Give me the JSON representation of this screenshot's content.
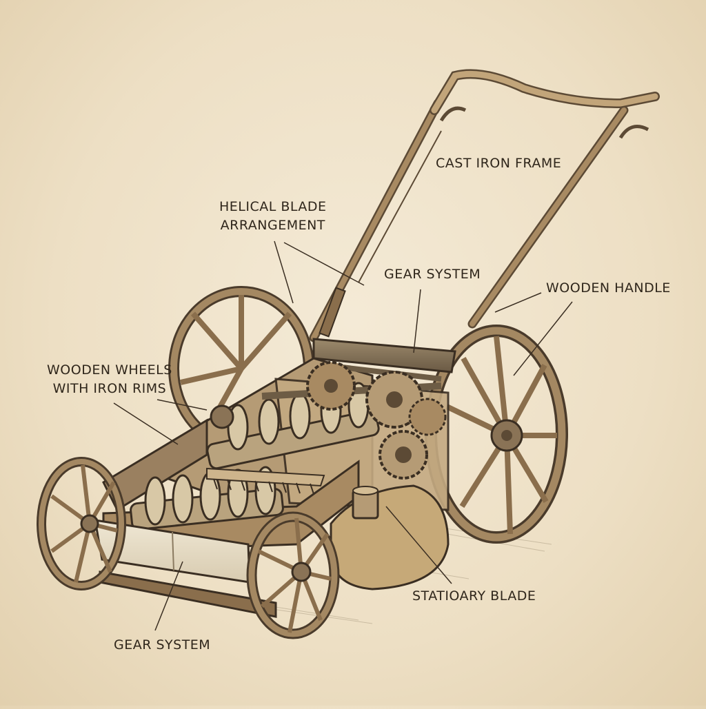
{
  "labels": {
    "cast_iron_frame": "CAST IRON FRAME",
    "helical_blade_1": "HELICAL BLADE",
    "helical_blade_2": "ARRANGEMENT",
    "gear_system_top": "GEAR SYSTEM",
    "wooden_handle": "WOODEN HANDLE",
    "wooden_wheels_1": "WOODEN WHEELS",
    "wooden_wheels_2": "WITH IRON RIMS",
    "stationary_blade": "STATIOARY BLADE",
    "gear_system_bottom": "GEAR SYSTEM"
  },
  "colors": {
    "paper": "#f1e5cd",
    "ink": "#3a2e22",
    "iron": "#6d5c45",
    "wood": "#a88a62",
    "brass": "#b89a6a",
    "canvas": "#e6dcc6"
  }
}
